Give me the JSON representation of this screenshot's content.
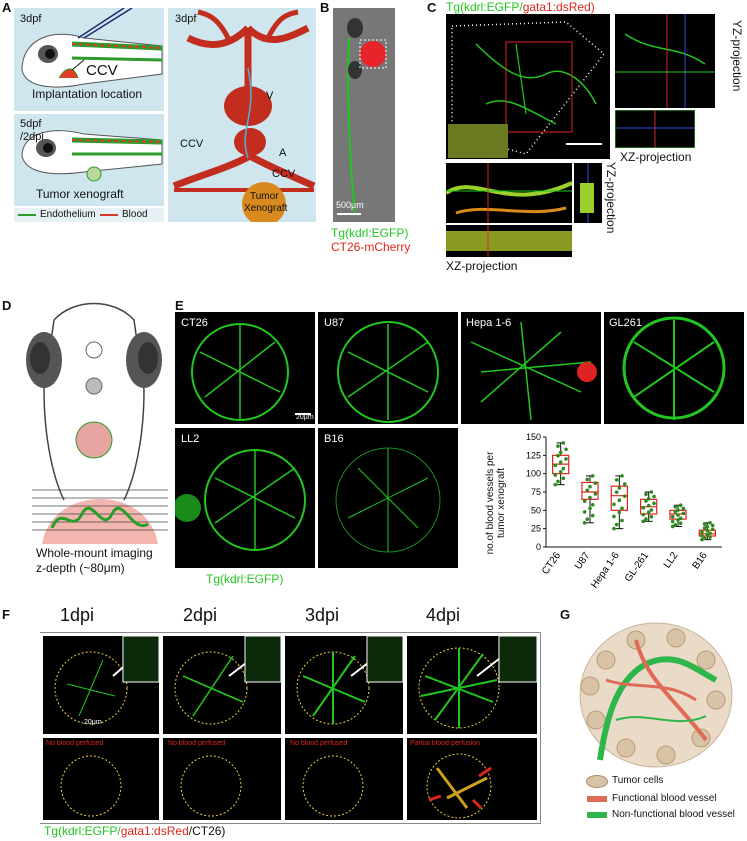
{
  "labels": {
    "A": "A",
    "B": "B",
    "C": "C",
    "D": "D",
    "E": "E",
    "F": "F",
    "G": "G"
  },
  "panelA": {
    "top_stage": "3dpf",
    "ccv": "CCV",
    "implant": "Implantation location",
    "stage2a": "5dpf",
    "stage2b": "/2dpi",
    "tumor": "Tumor xenograft",
    "legend_endo": "Endothelium",
    "legend_blood": "Blood",
    "right_stage": "3dpf",
    "v": "V",
    "a": "A",
    "ccv_left": "CCV",
    "ccv_right": "CCV",
    "tumor_xeno_1": "Tumor",
    "tumor_xeno_2": "Xenograft"
  },
  "panelB": {
    "scale": "500μm",
    "line1": "Tg(kdrl:EGFP)",
    "line2": "CT26-mCherry"
  },
  "panelC": {
    "title_green": "Tg(kdrl:EGFP/",
    "title_red": "gata1:dsRed)",
    "yz1": "YZ-projection",
    "xz1": "XZ-projection",
    "yz2": "YZ-projection",
    "xz2": "XZ-projection"
  },
  "panelD": {
    "caption1": "Whole-mount imaging",
    "caption2": "z-depth (~80μm)"
  },
  "panelE": {
    "tiles": [
      "CT26",
      "U87",
      "Hepa 1-6",
      "GL261",
      "LL2",
      "B16"
    ],
    "scale": "20μm",
    "footer": "Tg(kdrl:EGFP)"
  },
  "chart_data": {
    "type": "box",
    "categories": [
      "CT26",
      "U87",
      "Hepa 1-6",
      "GL-261",
      "LL2",
      "B16"
    ],
    "ylabel": "no.of blood vessels per tumor xenograft",
    "ylim": [
      0,
      150
    ],
    "yticks": [
      0,
      25,
      50,
      75,
      100,
      125,
      150
    ],
    "series": [
      {
        "q1": 100,
        "median": 113,
        "q3": 125,
        "min": 85,
        "max": 142
      },
      {
        "q1": 65,
        "median": 75,
        "q3": 88,
        "min": 33,
        "max": 97
      },
      {
        "q1": 50,
        "median": 70,
        "q3": 83,
        "min": 25,
        "max": 97
      },
      {
        "q1": 45,
        "median": 55,
        "q3": 65,
        "min": 35,
        "max": 75
      },
      {
        "q1": 38,
        "median": 45,
        "q3": 50,
        "min": 28,
        "max": 57
      },
      {
        "q1": 15,
        "median": 18,
        "q3": 23,
        "min": 10,
        "max": 33
      }
    ],
    "colors": {
      "box": "#e0261b",
      "points": "#2a8a1c"
    }
  },
  "panelF": {
    "timepoints": [
      "1dpi",
      "2dpi",
      "3dpi",
      "4dpi"
    ],
    "scale": "20μm",
    "notes": [
      "No blood perfused",
      "No blood perfused",
      "No blood perfused",
      "Partial blood-perfusion"
    ],
    "footer_g": "Tg(kdrl:EGFP/",
    "footer_r": "gata1:dsRed",
    "footer_k": "/CT26)"
  },
  "panelG": {
    "legend_cells": "Tumor cells",
    "legend_func": "Functional blood vessel",
    "legend_nonfunc": "Non-functional blood vessel"
  }
}
